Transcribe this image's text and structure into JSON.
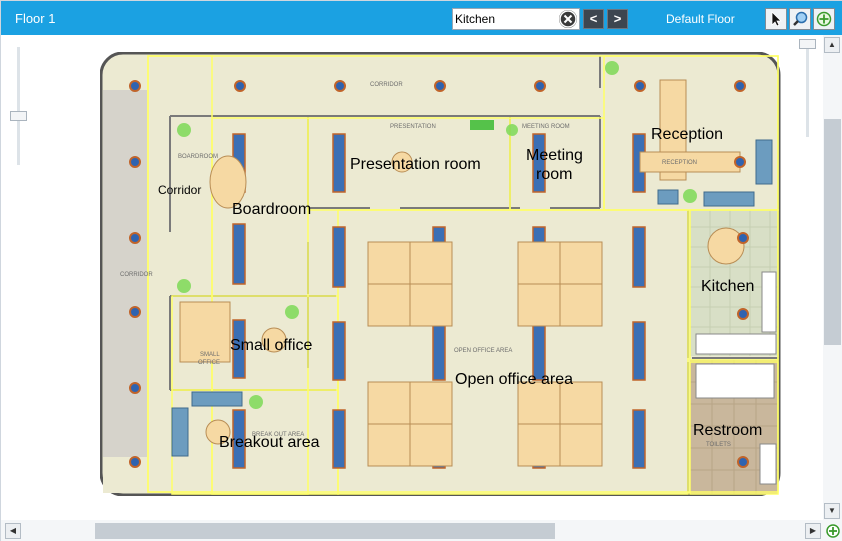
{
  "header": {
    "floor_title": "Floor 1",
    "search_value": "Kitchen",
    "prev_label": "<",
    "next_label": ">",
    "floor_select_label": "Default Floor"
  },
  "plan": {
    "rooms": [
      {
        "key": "corridor",
        "label": "Corridor"
      },
      {
        "key": "boardroom",
        "label": "Boardroom"
      },
      {
        "key": "presentation",
        "label": "Presentation room"
      },
      {
        "key": "meeting_line1",
        "label": "Meeting"
      },
      {
        "key": "meeting_line2",
        "label": "room"
      },
      {
        "key": "reception",
        "label": "Reception"
      },
      {
        "key": "kitchen",
        "label": "Kitchen"
      },
      {
        "key": "small_office",
        "label": "Small office"
      },
      {
        "key": "open_office",
        "label": "Open office area"
      },
      {
        "key": "breakout",
        "label": "Breakout area"
      },
      {
        "key": "restroom",
        "label": "Restroom"
      }
    ],
    "printed_labels": {
      "corridor_top": "CORRIDOR",
      "corridor_left": "CORRIDOR",
      "boardroom": "BOARDROOM",
      "presentation": "PRESENTATION",
      "meeting": "MEETING ROOM",
      "reception": "RECEPTION",
      "small_office_1": "SMALL",
      "small_office_2": "OFFICE",
      "open_office": "OPEN OFFICE AREA",
      "breakout": "BREAK OUT AREA",
      "toilets": "TOILETS"
    }
  },
  "colors": {
    "header": "#1ba1e2",
    "floor": "#ecead2",
    "wall": "#6e6e6e",
    "highlight": "#ffff66",
    "desk": "#3b6fb5",
    "corridor_left": "#d6d3cb"
  }
}
